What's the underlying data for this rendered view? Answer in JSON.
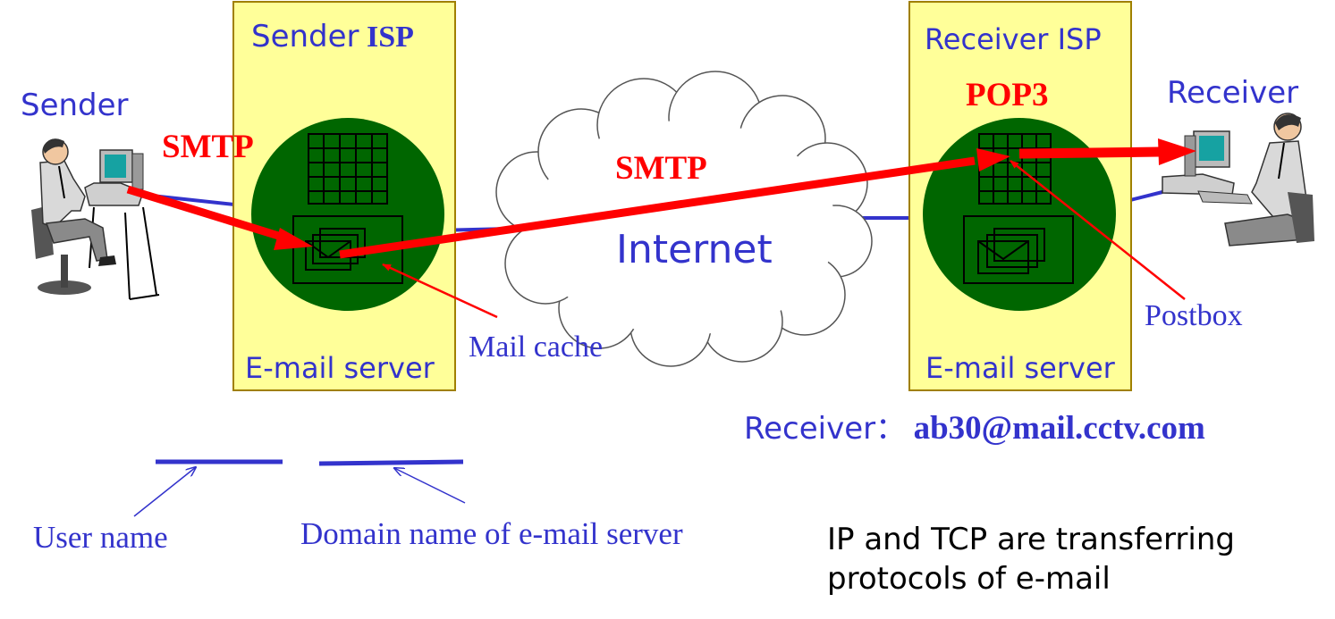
{
  "sender": {
    "label": "Sender",
    "protocol": "SMTP"
  },
  "sender_isp": {
    "title_part1": "Sender",
    "title_part2": "ISP",
    "server_label": "E-mail server"
  },
  "internet": {
    "label": "Internet",
    "protocol": "SMTP"
  },
  "receiver_isp": {
    "title": "Receiver ISP",
    "protocol": "POP3",
    "server_label": "E-mail server"
  },
  "receiver": {
    "label": "Receiver"
  },
  "callouts": {
    "mail_cache": "Mail cache",
    "postbox": "Postbox"
  },
  "address": {
    "prefix": "Receiver：",
    "email": "ab30@mail.cctv.com"
  },
  "annotations": {
    "user_name": "User name",
    "domain_name": "Domain name of e-mail server"
  },
  "note": {
    "line1": "IP and TCP are transferring",
    "line2": "protocols of e-mail"
  },
  "colors": {
    "label_blue": "#3333cc",
    "protocol_red": "#ff0000",
    "isp_box": "#ffff99",
    "server_green": "#006600",
    "connector_blue": "#3333cc"
  }
}
